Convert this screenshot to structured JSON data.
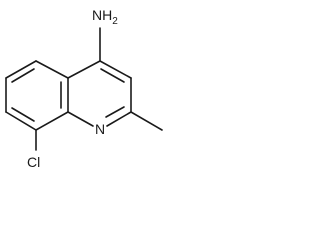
{
  "molecule": {
    "atoms": {
      "amine": {
        "element": "N",
        "hydrogens": "H",
        "hydrogen_count": "2"
      },
      "ring_nitrogen": {
        "element": "N"
      },
      "chlorine": {
        "element": "Cl"
      }
    }
  },
  "colors": {
    "bond": "#1a1a1a",
    "label": "#1a1a1a",
    "background": "#ffffff"
  }
}
